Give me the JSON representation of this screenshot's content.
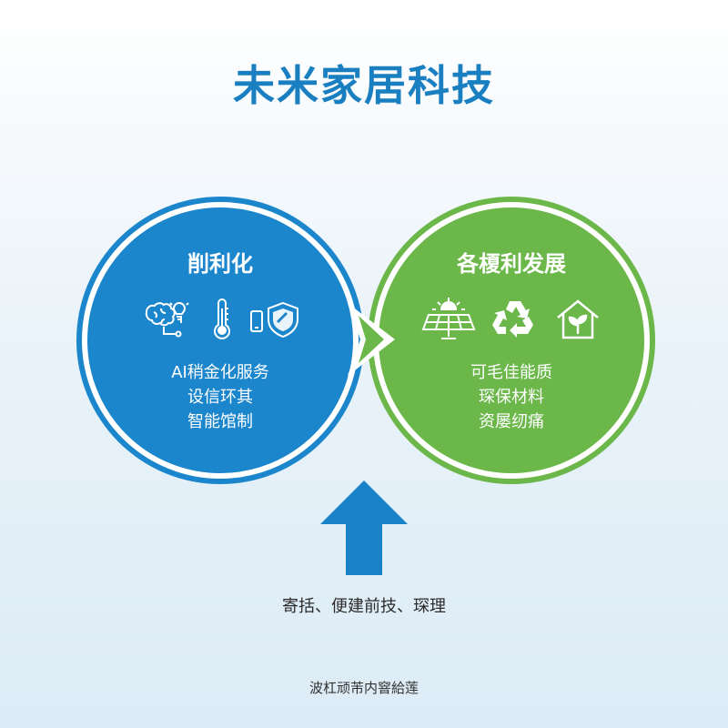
{
  "title": "未米家居科技",
  "left_circle": {
    "title": "削利化",
    "icons": [
      "brain-circuit-icon",
      "lightbulb-icon",
      "thermometer-icon",
      "phone-icon",
      "shield-icon"
    ],
    "lines": [
      "AI稍金化服务",
      "设信环其",
      "智能馆制"
    ],
    "color": "#1c86cd"
  },
  "right_circle": {
    "title": "各榎利发展",
    "icons": [
      "solar-panel-icon",
      "recycle-icon",
      "eco-house-icon"
    ],
    "lines": [
      "可毛佳能质",
      "琛保材料",
      "资屡纫痛"
    ],
    "color": "#6bb74a"
  },
  "caption": "寄括、便建前技、琛理",
  "footer": "波杠顽芾内窨給莲",
  "colors": {
    "title": "#1a7fc1",
    "arrow": "#1c86cd",
    "connector": "#ffffff"
  }
}
